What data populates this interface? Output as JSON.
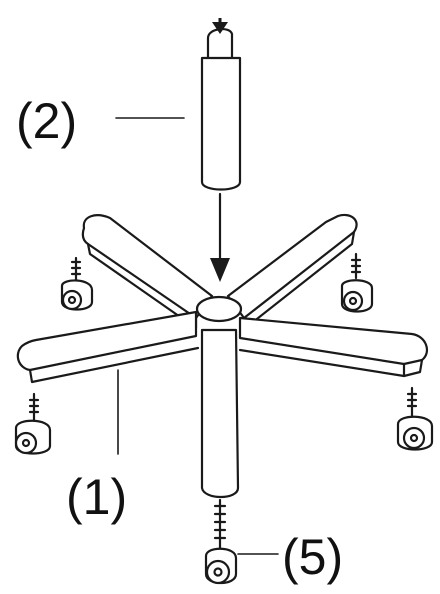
{
  "labels": {
    "base": "(1)",
    "gas_cylinder": "(2)",
    "caster": "(5)"
  },
  "colors": {
    "stroke": "#1a1a1a",
    "fill": "#ffffff"
  }
}
